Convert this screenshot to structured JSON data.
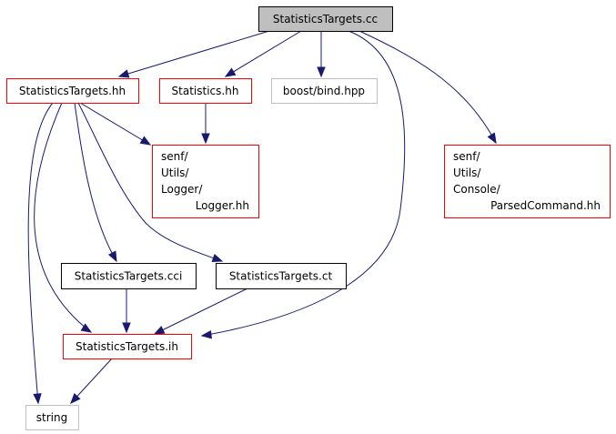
{
  "colors": {
    "edge": "#191970",
    "root_fill": "#bfbfbf",
    "root_border": "#000000",
    "documented_border": "#ff0000",
    "plain_border": "#000000",
    "external_border": "#bfbfbf"
  },
  "nodes": [
    {
      "id": "root",
      "kind": "root",
      "lines": [
        "StatisticsTargets.cc"
      ]
    },
    {
      "id": "targets_hh",
      "kind": "documented",
      "lines": [
        "StatisticsTargets.hh"
      ]
    },
    {
      "id": "statistics_hh",
      "kind": "documented",
      "lines": [
        "Statistics.hh"
      ]
    },
    {
      "id": "boost_bind",
      "kind": "external",
      "lines": [
        "boost/bind.hpp"
      ]
    },
    {
      "id": "logger_hh",
      "kind": "documented",
      "lines": [
        "senf/",
        "Utils/",
        "Logger/",
        "Logger.hh"
      ]
    },
    {
      "id": "parsedcommand_hh",
      "kind": "documented",
      "lines": [
        "senf/",
        "Utils/",
        "Console/",
        "ParsedCommand.hh"
      ]
    },
    {
      "id": "targets_cci",
      "kind": "plain",
      "lines": [
        "StatisticsTargets.cci"
      ]
    },
    {
      "id": "targets_ct",
      "kind": "plain",
      "lines": [
        "StatisticsTargets.ct"
      ]
    },
    {
      "id": "targets_ih",
      "kind": "documented",
      "lines": [
        "StatisticsTargets.ih"
      ]
    },
    {
      "id": "string",
      "kind": "external",
      "lines": [
        "string"
      ]
    }
  ],
  "edges": [
    {
      "from": "root",
      "to": "targets_hh"
    },
    {
      "from": "root",
      "to": "statistics_hh"
    },
    {
      "from": "root",
      "to": "boost_bind"
    },
    {
      "from": "root",
      "to": "targets_ih"
    },
    {
      "from": "root",
      "to": "parsedcommand_hh"
    },
    {
      "from": "targets_hh",
      "to": "logger_hh"
    },
    {
      "from": "targets_hh",
      "to": "targets_cci"
    },
    {
      "from": "targets_hh",
      "to": "targets_ct"
    },
    {
      "from": "targets_hh",
      "to": "targets_ih"
    },
    {
      "from": "targets_hh",
      "to": "string"
    },
    {
      "from": "statistics_hh",
      "to": "logger_hh"
    },
    {
      "from": "targets_cci",
      "to": "targets_ih"
    },
    {
      "from": "targets_ct",
      "to": "targets_ih"
    },
    {
      "from": "targets_ih",
      "to": "string"
    }
  ]
}
